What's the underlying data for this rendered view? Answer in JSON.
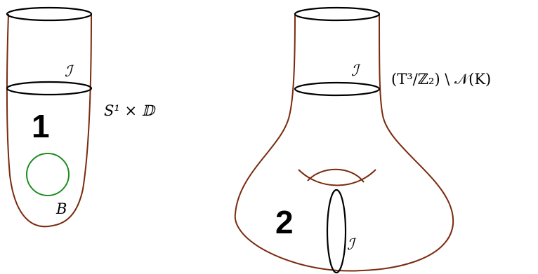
{
  "colors": {
    "surface_outline": "#7a2a0e",
    "cross_section": "#000000",
    "boundary_circle": "#1e8c1e",
    "text": "#000000"
  },
  "left_piece": {
    "region_number": "1",
    "interface_label": "ℐ",
    "space_label": "S¹ × 𝔻",
    "circle_label": "B"
  },
  "right_piece": {
    "region_number": "2",
    "top_interface_label": "ℐ",
    "inner_interface_label": "ℐ",
    "space_label": "(T³/ℤ₂) \\ 𝒩(K)"
  }
}
